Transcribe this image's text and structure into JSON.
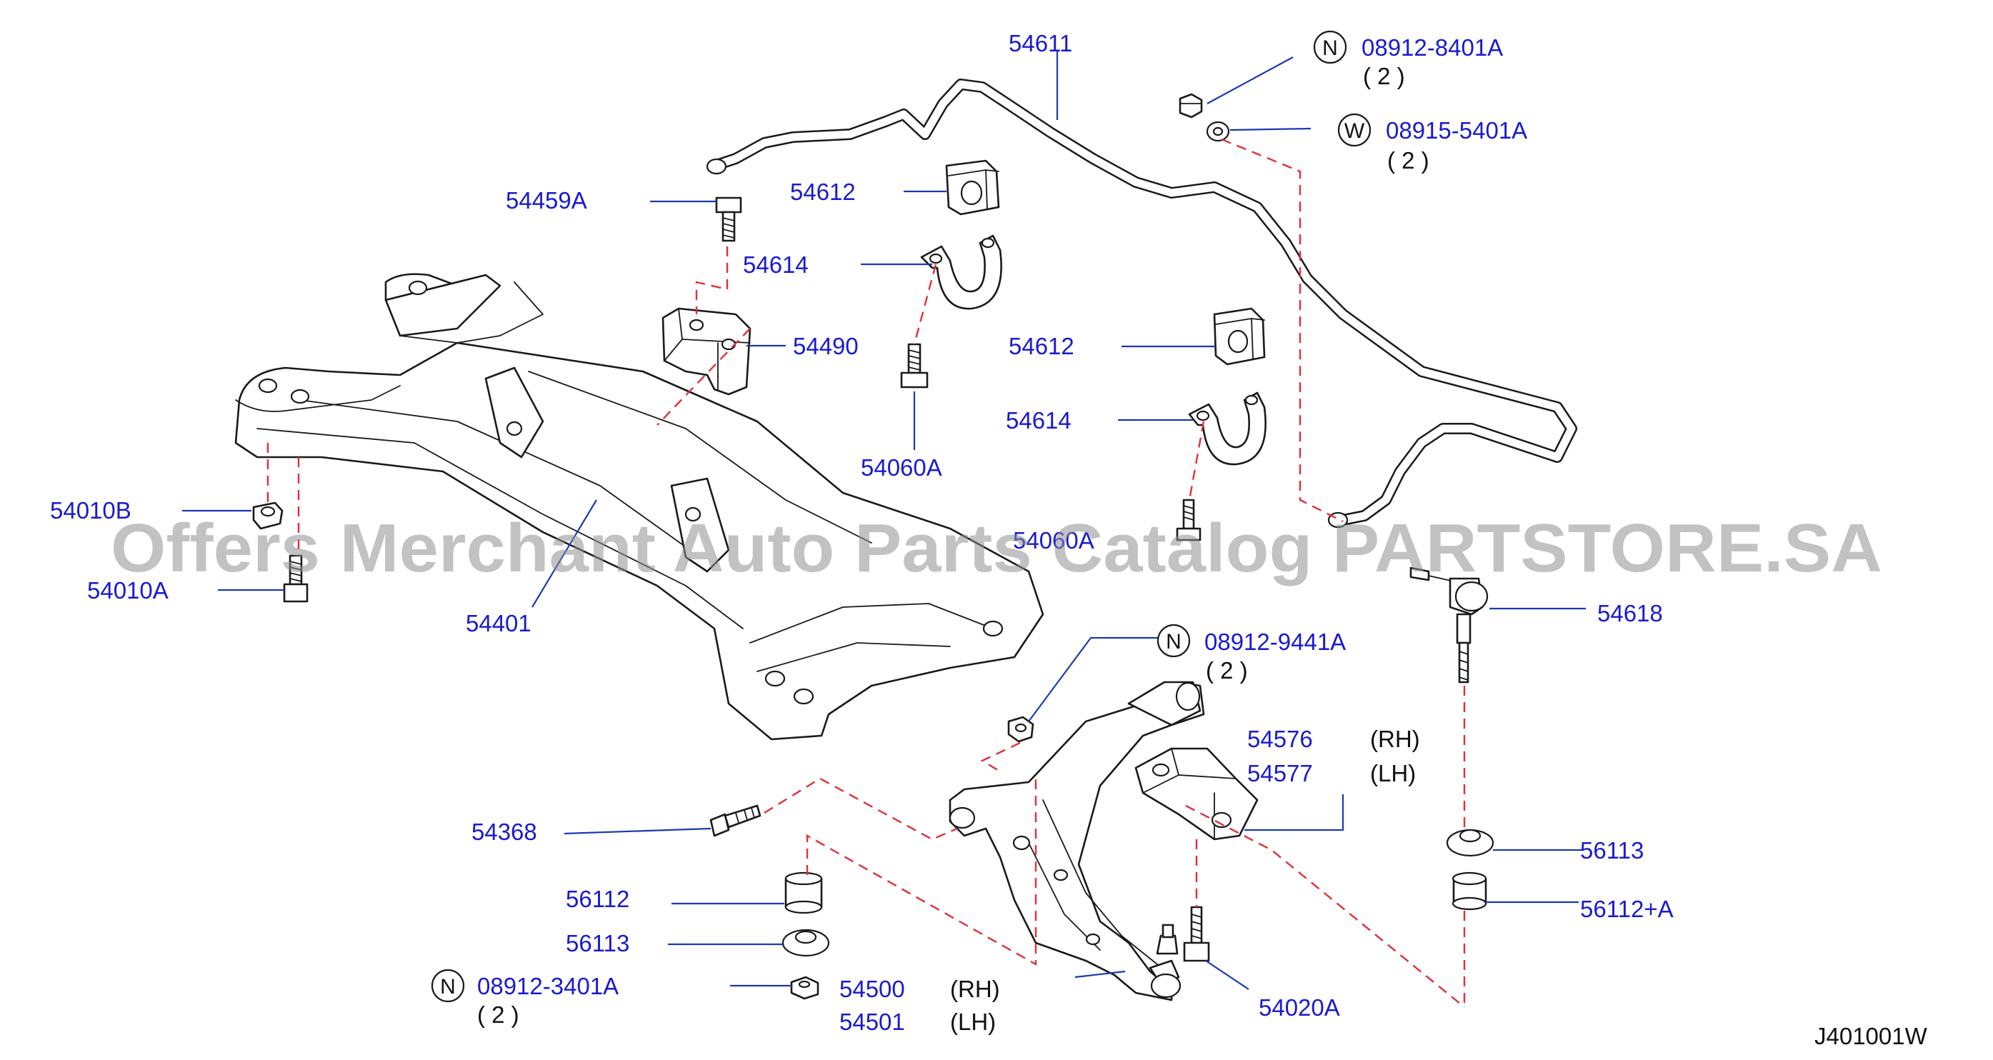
{
  "watermark": "Offers Merchant Auto Parts Catalog PARTSTORE.SA",
  "diagram_ref": "J401001W",
  "callouts": {
    "p54611": "54611",
    "p08912_8401A": "08912-8401A",
    "p08912_8401A_mark": "N",
    "p08912_8401A_qty": "( 2 )",
    "p08915_5401A": "08915-5401A",
    "p08915_5401A_mark": "W",
    "p08915_5401A_qty": "( 2 )",
    "p54459A": "54459A",
    "p54612_top": "54612",
    "p54614_top": "54614",
    "p54490": "54490",
    "p54612_mid": "54612",
    "p54614_mid": "54614",
    "p54060A_top": "54060A",
    "p54060A_mid": "54060A",
    "p54010B": "54010B",
    "p54010A": "54010A",
    "p54401": "54401",
    "p54618": "54618",
    "p08912_9441A": "08912-9441A",
    "p08912_9441A_mark": "N",
    "p08912_9441A_qty": "( 2 )",
    "p54576": "54576",
    "p54576_side": "(RH)",
    "p54577": "54577",
    "p54577_side": "(LH)",
    "p54368": "54368",
    "p56113_right": "56113",
    "p56112": "56112",
    "p56113_left": "56113",
    "p56112A": "56112+A",
    "p08912_3401A": "08912-3401A",
    "p08912_3401A_mark": "N",
    "p08912_3401A_qty": "( 2 )",
    "p54500": "54500",
    "p54500_side": "(RH)",
    "p54501": "54501",
    "p54501_side": "(LH)",
    "p54020A": "54020A"
  },
  "colors": {
    "label": "#1a1ad0",
    "leader": "#1a3ab0",
    "assembly_dash": "#e0303a",
    "linework": "#1a1a1a"
  }
}
